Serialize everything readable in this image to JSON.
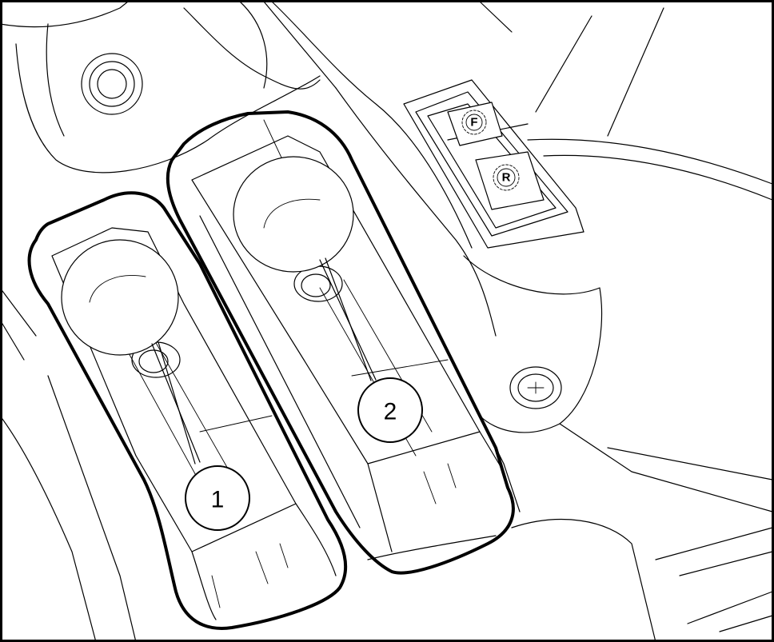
{
  "callouts": [
    {
      "label": "1"
    },
    {
      "label": "2"
    }
  ],
  "switch_panel": {
    "buttons": [
      {
        "letter": "F",
        "icon": "gear-icon"
      },
      {
        "letter": "R",
        "icon": "gear-icon"
      }
    ]
  },
  "colors": {
    "line": "#000000",
    "background": "#ffffff"
  }
}
